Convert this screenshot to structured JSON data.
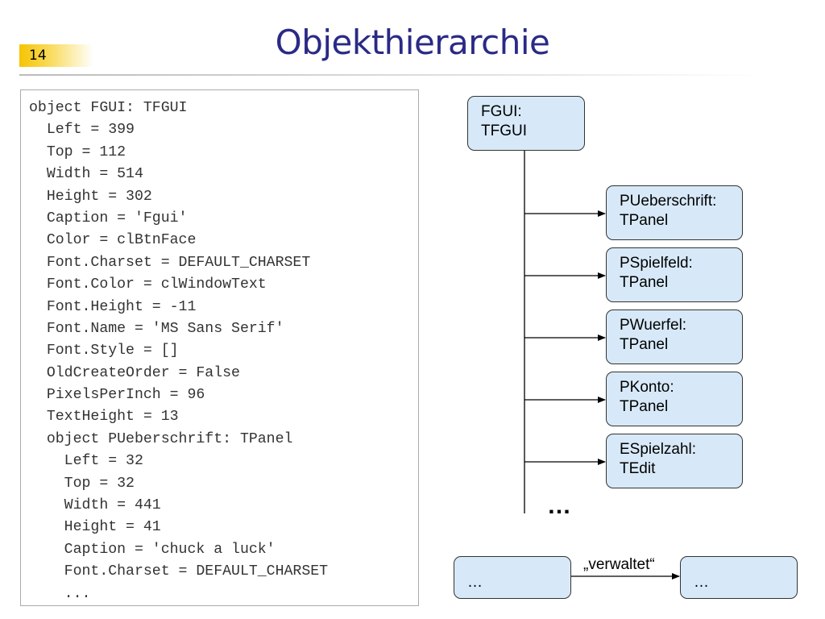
{
  "slide_number": "14",
  "title": "Objekthierarchie",
  "code_lines": [
    "object FGUI: TFGUI",
    "  Left = 399",
    "  Top = 112",
    "  Width = 514",
    "  Height = 302",
    "  Caption = 'Fgui'",
    "  Color = clBtnFace",
    "  Font.Charset = DEFAULT_CHARSET",
    "  Font.Color = clWindowText",
    "  Font.Height = -11",
    "  Font.Name = 'MS Sans Serif'",
    "  Font.Style = []",
    "  OldCreateOrder = False",
    "  PixelsPerInch = 96",
    "  TextHeight = 13",
    "  object PUeberschrift: TPanel",
    "    Left = 32",
    "    Top = 32",
    "    Width = 441",
    "    Height = 41",
    "    Caption = 'chuck a luck'",
    "    Font.Charset = DEFAULT_CHARSET",
    "    ..."
  ],
  "diagram": {
    "root": {
      "name": "FGUI:",
      "type": "TFGUI"
    },
    "children": [
      {
        "name": "PUeberschrift:",
        "type": "TPanel"
      },
      {
        "name": "PSpielfeld:",
        "type": "TPanel"
      },
      {
        "name": "PWuerfel:",
        "type": "TPanel"
      },
      {
        "name": "PKonto:",
        "type": "TPanel"
      },
      {
        "name": "ESpielzahl:",
        "type": "TEdit"
      }
    ],
    "more_label": "…",
    "legend": {
      "source_label": "…",
      "target_label": "…",
      "edge_label": "„verwaltet“"
    }
  },
  "colors": {
    "title": "#2a2a86",
    "node_fill": "#d7e9f8",
    "node_border": "#333333",
    "slide_number_bg": "#f5c400"
  }
}
